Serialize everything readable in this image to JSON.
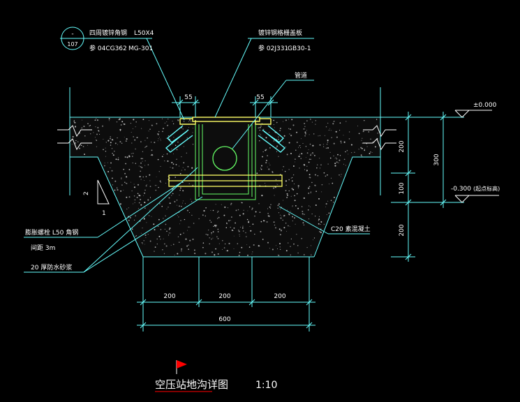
{
  "drawing": {
    "title": "空压站地沟详图",
    "scale": "1:10",
    "colors": {
      "background": "#000000",
      "outline": "#66ffff",
      "leader": "#66ffff",
      "text_white": "#ffffff",
      "text_yellow": "#ffff66",
      "steel": "#ffff66",
      "channel": "#66ff66",
      "anchor": "#66ffff",
      "title_flag": "#ff0000",
      "title_underline": "#ff0000"
    },
    "callouts": {
      "circle_top": "-",
      "circle_bottom": "107",
      "angle_name": "四周镀锌角钢",
      "angle_size": "L50X4",
      "angle_ref": "参 04CG362",
      "angle_code": "MG-301",
      "cover_name": "镀锌钢格栅盖板",
      "cover_ref": "参 02J331",
      "cover_code": "GB30-1",
      "pipe": "管道",
      "support_name": "膨胀螺栓 L50 角钢",
      "support_spacing": "间距 3m",
      "mortar": "20 厚防水砂浆",
      "concrete": "C20 素混凝土"
    },
    "dimensions": {
      "top_left_flange": "55",
      "top_right_flange": "55",
      "right_upper": "200",
      "right_total": "300",
      "right_middle": "100",
      "right_lower": "200",
      "bottom_left": "200",
      "bottom_mid": "200",
      "bottom_right": "200",
      "bottom_total": "600"
    },
    "levels": {
      "top": "±0.000",
      "bottom_value": "-0.300",
      "bottom_note": "(起点标高)"
    },
    "slope": {
      "vertical": "2",
      "horizontal": "1"
    }
  }
}
